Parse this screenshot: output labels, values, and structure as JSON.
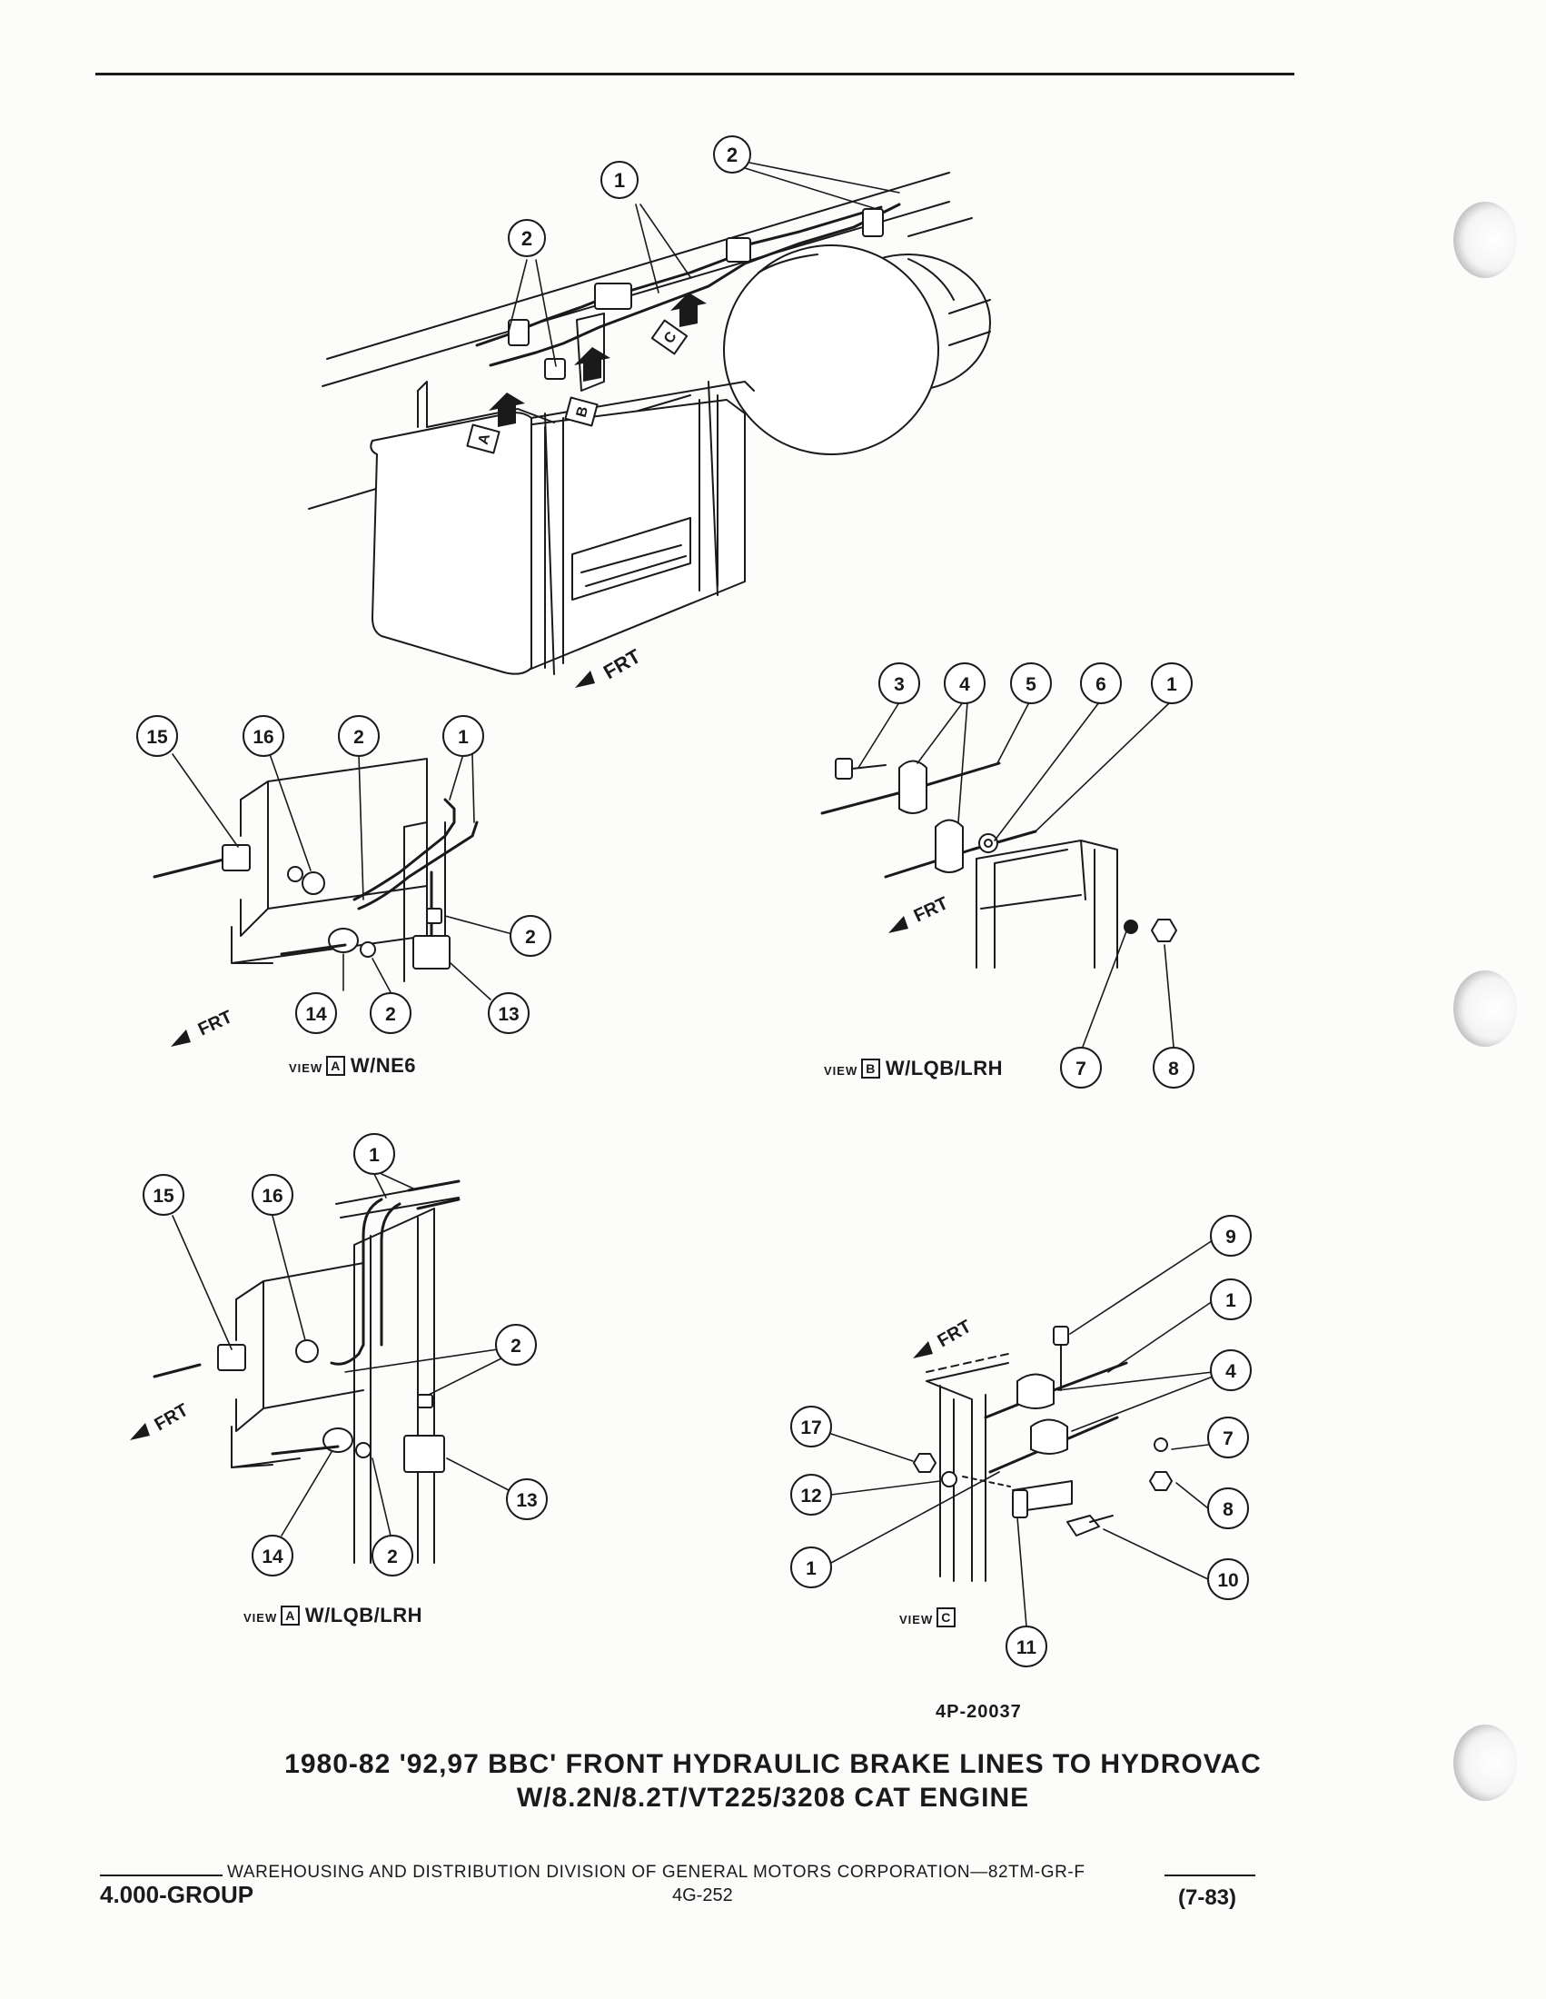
{
  "callouts": {
    "main": [
      "1",
      "2",
      "2"
    ],
    "view_a_ne6": [
      "15",
      "16",
      "2",
      "1",
      "2",
      "13",
      "14",
      "2"
    ],
    "view_b": [
      "3",
      "4",
      "5",
      "6",
      "1",
      "7",
      "8"
    ],
    "view_a_lqb": [
      "15",
      "16",
      "1",
      "2",
      "13",
      "14",
      "2"
    ],
    "view_c": [
      "9",
      "1",
      "4",
      "7",
      "8",
      "10",
      "17",
      "12",
      "1",
      "11"
    ]
  },
  "view_markers": {
    "a": "A",
    "b": "B",
    "c": "C"
  },
  "frt_label": "FRT",
  "view_captions": {
    "view_word": "VIEW",
    "view_a_ne6": {
      "letter": "A",
      "text": "W/NE6"
    },
    "view_b": {
      "letter": "B",
      "text": "W/LQB/LRH"
    },
    "view_a_lqb": {
      "letter": "A",
      "text": "W/LQB/LRH"
    },
    "view_c": {
      "letter": "C",
      "text": ""
    }
  },
  "figure_number": "4P-20037",
  "title_lines": [
    "1980-82 '92,97 BBC' FRONT HYDRAULIC BRAKE LINES TO HYDROVAC",
    "W/8.2N/8.2T/VT225/3208 CAT ENGINE"
  ],
  "footer": {
    "division": "WAREHOUSING AND DISTRIBUTION  DIVISION OF GENERAL MOTORS CORPORATION—82TM-GR-F",
    "group": "4.000-GROUP",
    "page": "4G-252",
    "date": "(7-83)"
  }
}
